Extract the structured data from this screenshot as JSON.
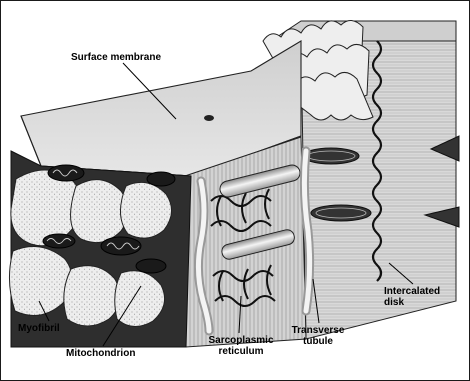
{
  "labels": {
    "surface_membrane": "Surface membrane",
    "myofibril": "Myofibril",
    "mitochondrion": "Mitochondrion",
    "sarcoplasmic_reticulum": {
      "line1": "Sarcoplasmic",
      "line2": "reticulum"
    },
    "transverse_tubule": {
      "line1": "Transverse",
      "line2": "tubule"
    },
    "intercalated_disk": {
      "line1": "Intercalated",
      "line2": "disk"
    }
  }
}
